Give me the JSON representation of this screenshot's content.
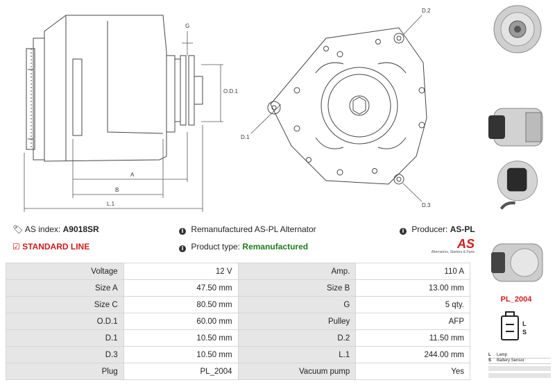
{
  "drawing": {
    "labels": {
      "g": "G",
      "od1": "O.D.1",
      "a": "A",
      "b": "B",
      "l1": "L.1",
      "d1": "D.1",
      "d2": "D.2",
      "d3": "D.3"
    }
  },
  "info": {
    "as_index_label": "AS index:",
    "as_index_value": "A9018SR",
    "standard_line": "STANDARD LINE",
    "title": "Remanufactured AS-PL Alternator",
    "product_type_label": "Product type:",
    "product_type_value": "Remanufactured",
    "producer_label": "Producer:",
    "producer_value": "AS-PL",
    "logo_text": "AS",
    "logo_tagline": "Alternators, Starters & Parts"
  },
  "specs": [
    {
      "l1": "Voltage",
      "v1": "12 V",
      "l2": "Amp.",
      "v2": "110 A"
    },
    {
      "l1": "Size A",
      "v1": "47.50 mm",
      "l2": "Size B",
      "v2": "13.00 mm"
    },
    {
      "l1": "Size C",
      "v1": "80.50 mm",
      "l2": "G",
      "v2": "5 qty."
    },
    {
      "l1": "O.D.1",
      "v1": "60.00 mm",
      "l2": "Pulley",
      "v2": "AFP"
    },
    {
      "l1": "D.1",
      "v1": "10.50 mm",
      "l2": "D.2",
      "v2": "11.50 mm"
    },
    {
      "l1": "D.3",
      "v1": "10.50 mm",
      "l2": "L.1",
      "v2": "244.00 mm"
    },
    {
      "l1": "Plug",
      "v1": "PL_2004",
      "l2": "Vacuum pump",
      "v2": "Yes"
    }
  ],
  "plug": {
    "code": "PL_2004",
    "pins": [
      "L",
      "S"
    ],
    "legend": [
      {
        "pin": "L",
        "desc": "Lamp"
      },
      {
        "pin": "S",
        "desc": "Battery Sensor"
      }
    ]
  },
  "colors": {
    "accent_red": "#d01c1c",
    "green": "#1f7a1f",
    "label_bg": "#e6e6e6"
  }
}
